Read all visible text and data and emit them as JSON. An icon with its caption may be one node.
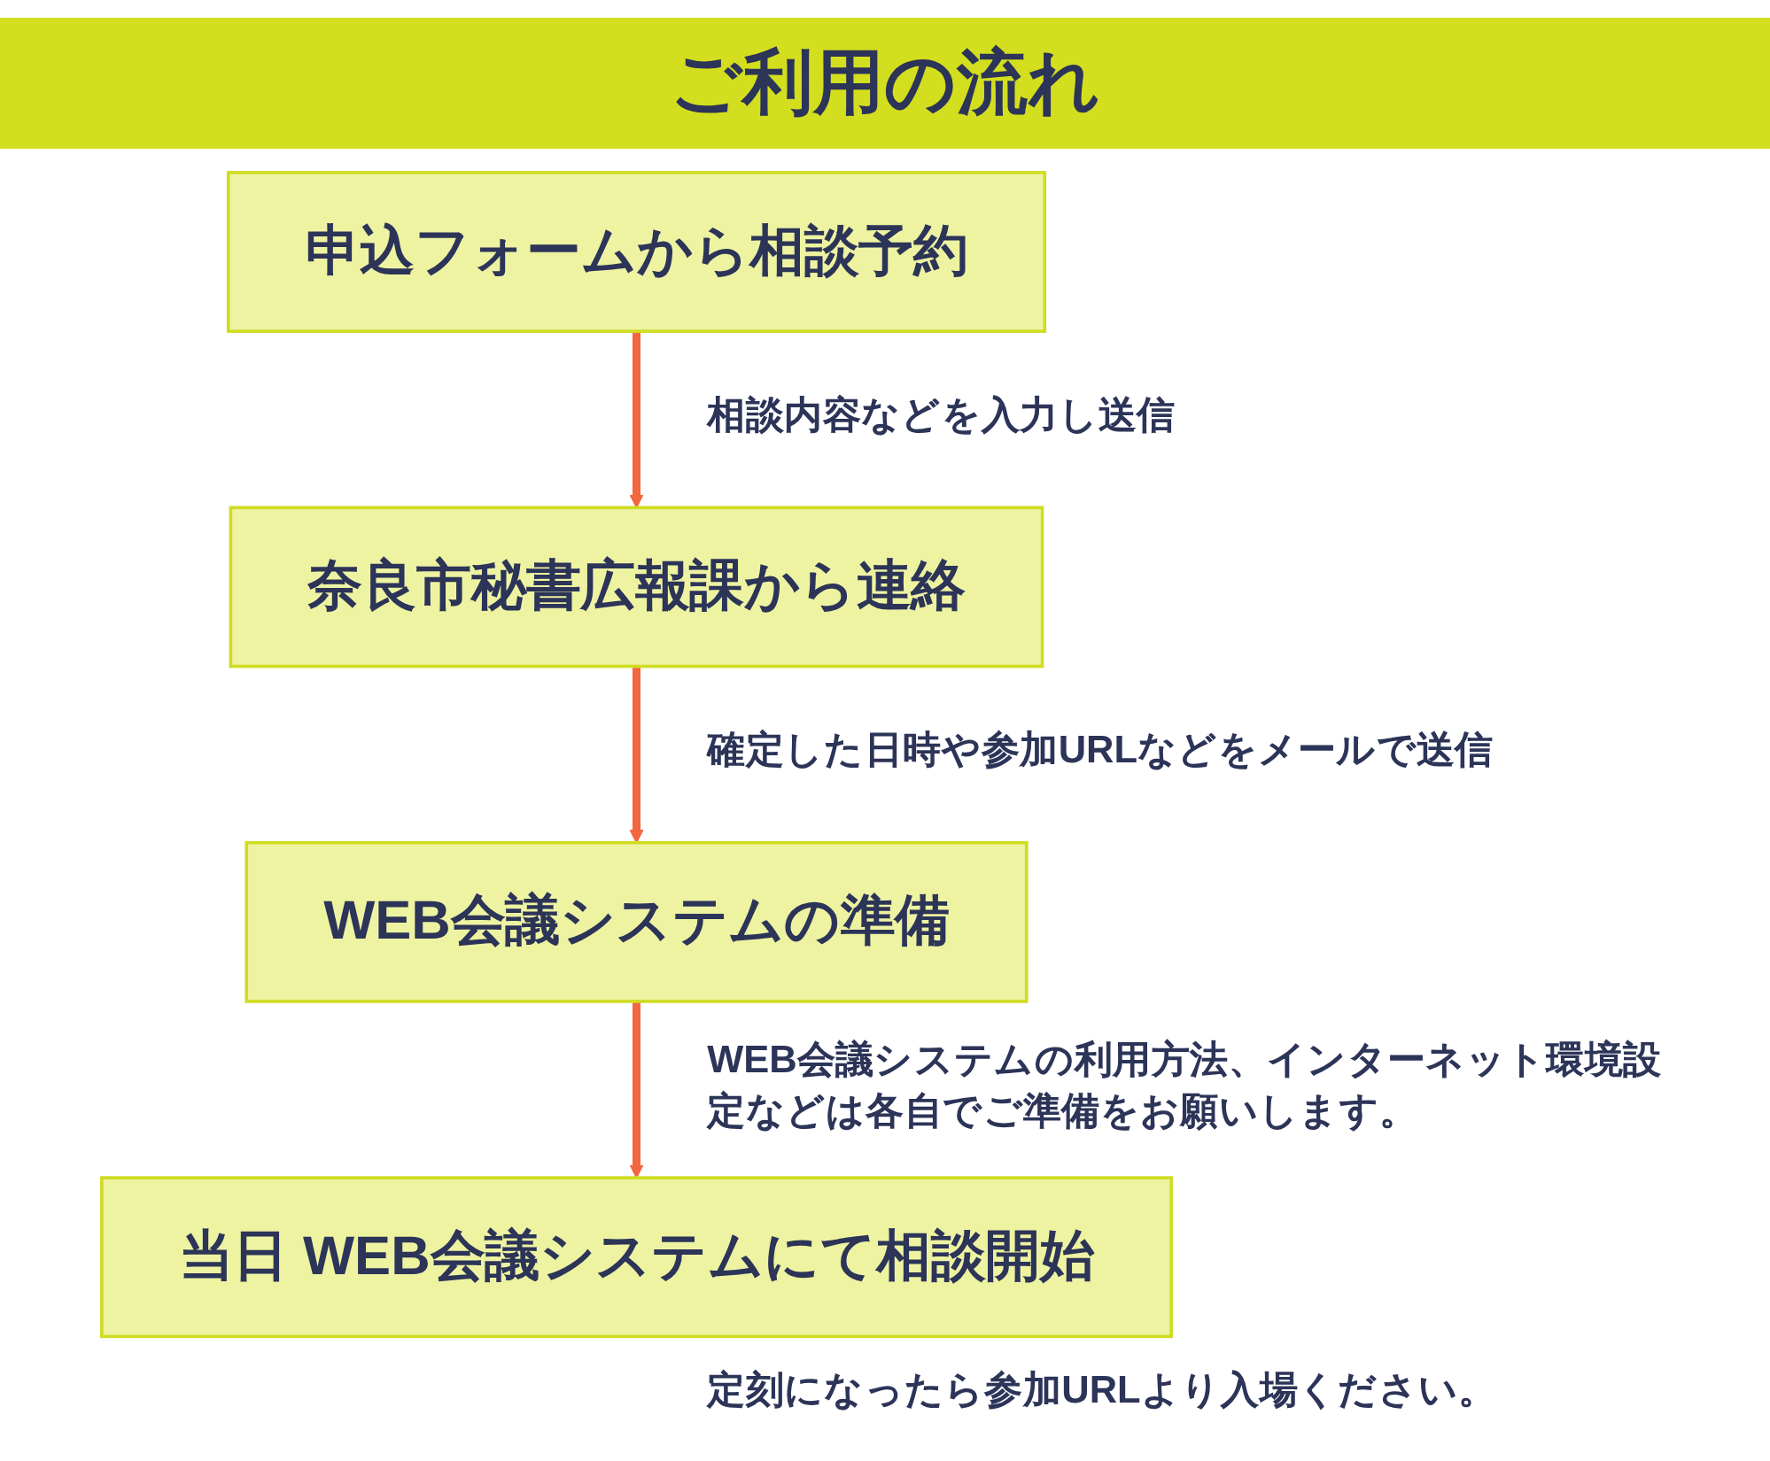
{
  "diagram": {
    "title": "ご利用の流れ",
    "nodes": [
      {
        "text": [
          "申込フォームから相談予約"
        ],
        "beside": [
          "相談内容などを入力し送信"
        ]
      },
      {
        "text": [
          "奈良市秘書広報課から連絡"
        ],
        "beside": [
          "確定した日時や参加URLなどをメールで送信"
        ]
      },
      {
        "text": [
          "WEB会議システムの準備"
        ],
        "beside": [
          "WEB会議システムの利用方法、インターネット環境設定などは各自でご準備をお願いします。"
        ]
      },
      {
        "text": [
          "当日 WEB会議システムにて相談開始"
        ],
        "beside": [
          "定刻になったら参加URLより入場ください。"
        ]
      }
    ],
    "edges": [
      {
        "from": 0,
        "to": 1,
        "arrow": "to"
      },
      {
        "from": 1,
        "to": 2,
        "arrow": "to"
      },
      {
        "from": 2,
        "to": 3,
        "arrow": "to"
      }
    ]
  }
}
